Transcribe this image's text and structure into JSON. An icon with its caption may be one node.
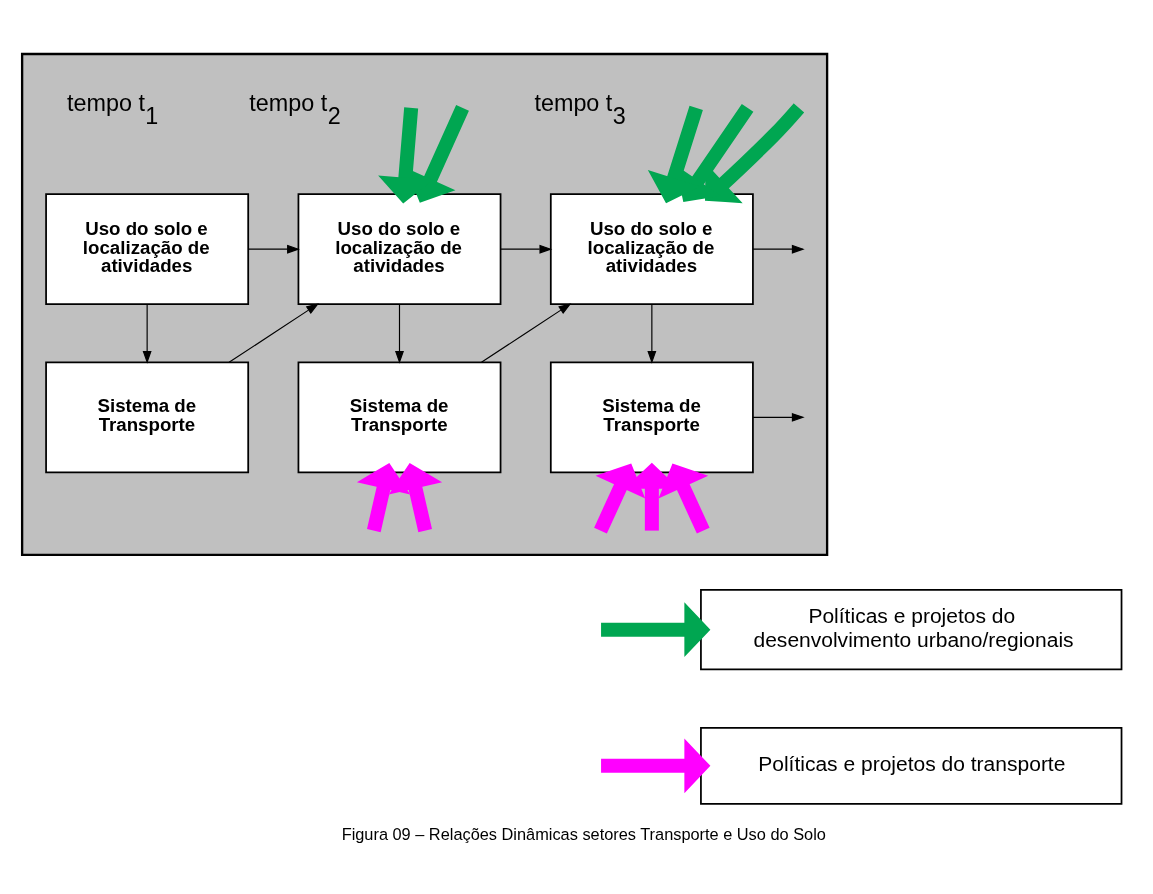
{
  "diagram": {
    "caption": "Figura 09 – Relações Dinâmicas setores Transporte e Uso do Solo",
    "nodes": [
      {
        "text": [],
        "shape": "box"
      },
      {
        "text": [
          "Uso do solo e localização de atividades"
        ],
        "in": 0
      },
      {
        "text": [
          "Uso do solo e localização de atividades"
        ],
        "in": 0
      },
      {
        "text": [
          "Uso do solo e localização de atividades"
        ],
        "in": 0
      },
      {
        "text": [
          "Sistema de Transporte"
        ],
        "in": 0
      },
      {
        "text": [
          "Sistema de Transporte"
        ],
        "in": 0
      },
      {
        "text": [
          "Sistema de Transporte"
        ],
        "in": 0
      }
    ],
    "edges": [
      {
        "from": 1,
        "to": 2,
        "arrow": "to"
      },
      {
        "from": 2,
        "to": 3,
        "arrow": "to"
      },
      {
        "from": 1,
        "to": 4,
        "arrow": "to"
      },
      {
        "from": 2,
        "to": 5,
        "arrow": "to"
      },
      {
        "from": 3,
        "to": 6,
        "arrow": "to"
      },
      {
        "from": 4,
        "to": 2,
        "arrow": "to"
      },
      {
        "from": 5,
        "to": 3,
        "arrow": "to"
      },
      {
        "from": null,
        "to": 2,
        "arrow": "to",
        "color": "#00a651"
      },
      {
        "from": null,
        "to": 2,
        "arrow": "to",
        "color": "#00a651"
      },
      {
        "from": null,
        "to": 3,
        "arrow": "to",
        "color": "#00a651"
      },
      {
        "from": null,
        "to": 3,
        "arrow": "to",
        "color": "#00a651"
      },
      {
        "from": null,
        "to": 3,
        "arrow": "to",
        "color": "#00a651"
      },
      {
        "from": 3,
        "to": null,
        "arrow": "to"
      },
      {
        "from": null,
        "to": 5,
        "arrow": "to",
        "color": "#ff00ff"
      },
      {
        "from": null,
        "to": 5,
        "arrow": "to",
        "color": "#ff00ff"
      },
      {
        "from": null,
        "to": 6,
        "arrow": "to",
        "color": "#ff00ff"
      },
      {
        "from": null,
        "to": 6,
        "arrow": "to",
        "color": "#ff00ff"
      },
      {
        "from": null,
        "to": 6,
        "arrow": "to",
        "color": "#ff00ff"
      },
      {
        "from": 6,
        "to": null,
        "arrow": "to"
      }
    ],
    "labels": [
      "tempo t$_{1}$",
      "tempo t$_{2}$",
      "tempo t$_{3}$"
    ],
    "legend": [
      {
        "text": "Políticas e projetos do desenvolvimento urbano/regionais"
      },
      {
        "text": "Políticas e projetos do transporte"
      }
    ]
  }
}
